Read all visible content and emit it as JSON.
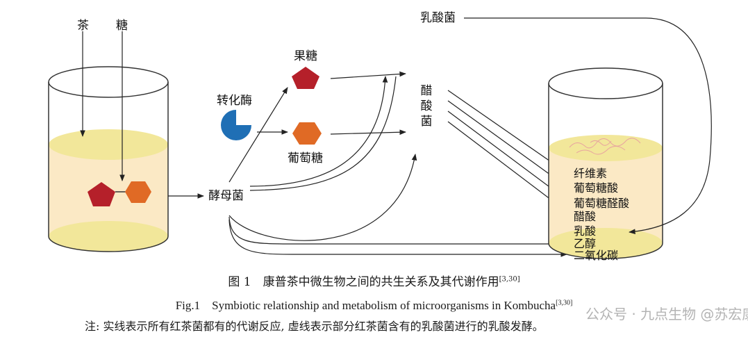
{
  "inputs": {
    "tea": "茶",
    "sugar": "糖"
  },
  "enzyme": {
    "label": "转化酶"
  },
  "sugars": {
    "fructose": "果糖",
    "glucose": "葡萄糖"
  },
  "organisms": {
    "yeast": "酵母菌",
    "acetic_bacteria_chars": [
      "醋",
      "酸",
      "菌"
    ],
    "lactic_bacteria": "乳酸菌"
  },
  "products": [
    "纤维素",
    "葡萄糖酸",
    "葡萄糖醛酸",
    "醋酸",
    "乳酸",
    "乙醇",
    "二氧化碳"
  ],
  "caption": {
    "cn_title": "图 1　康普茶中微生物之间的共生关系及其代谢作用",
    "cn_ref": "[3,30]",
    "en_title": "Fig.1　Symbiotic relationship and metabolism of microorganisms in Kombucha",
    "en_ref": "[3,30]",
    "note": "注: 实线表示所有红茶菌都有的代谢反应, 虚线表示部分红茶菌含有的乳酸菌进行的乳酸发酵。"
  },
  "watermark": "公众号 · 九点生物 @苏宏康",
  "colors": {
    "sucrose_red": "#b5202a",
    "glucose_orange": "#e06a25",
    "enzyme_blue": "#1f6fb5",
    "liquid": "#fbe9c5",
    "liquid_surface": "#f2e79a"
  }
}
